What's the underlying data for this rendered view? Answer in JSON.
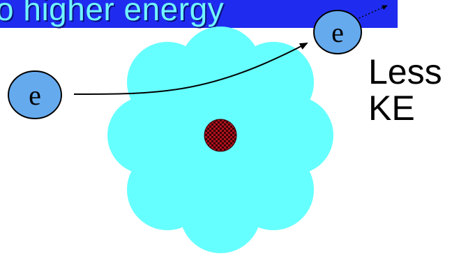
{
  "title": "o higher energy",
  "electron_symbol": "e",
  "label_lines": [
    "Less",
    "KE"
  ],
  "colors": {
    "banner": "#1f2cf0",
    "title_text": "#71f4ff",
    "cloud": "#66ffff",
    "electron_fill": "#66aaee",
    "nucleus_red": "#b0141e",
    "nucleus_dark": "#3a0006"
  },
  "icons": {
    "nucleus": "nucleus-icon",
    "electron": "electron-icon",
    "electron_cloud": "electron-cloud-icon"
  }
}
